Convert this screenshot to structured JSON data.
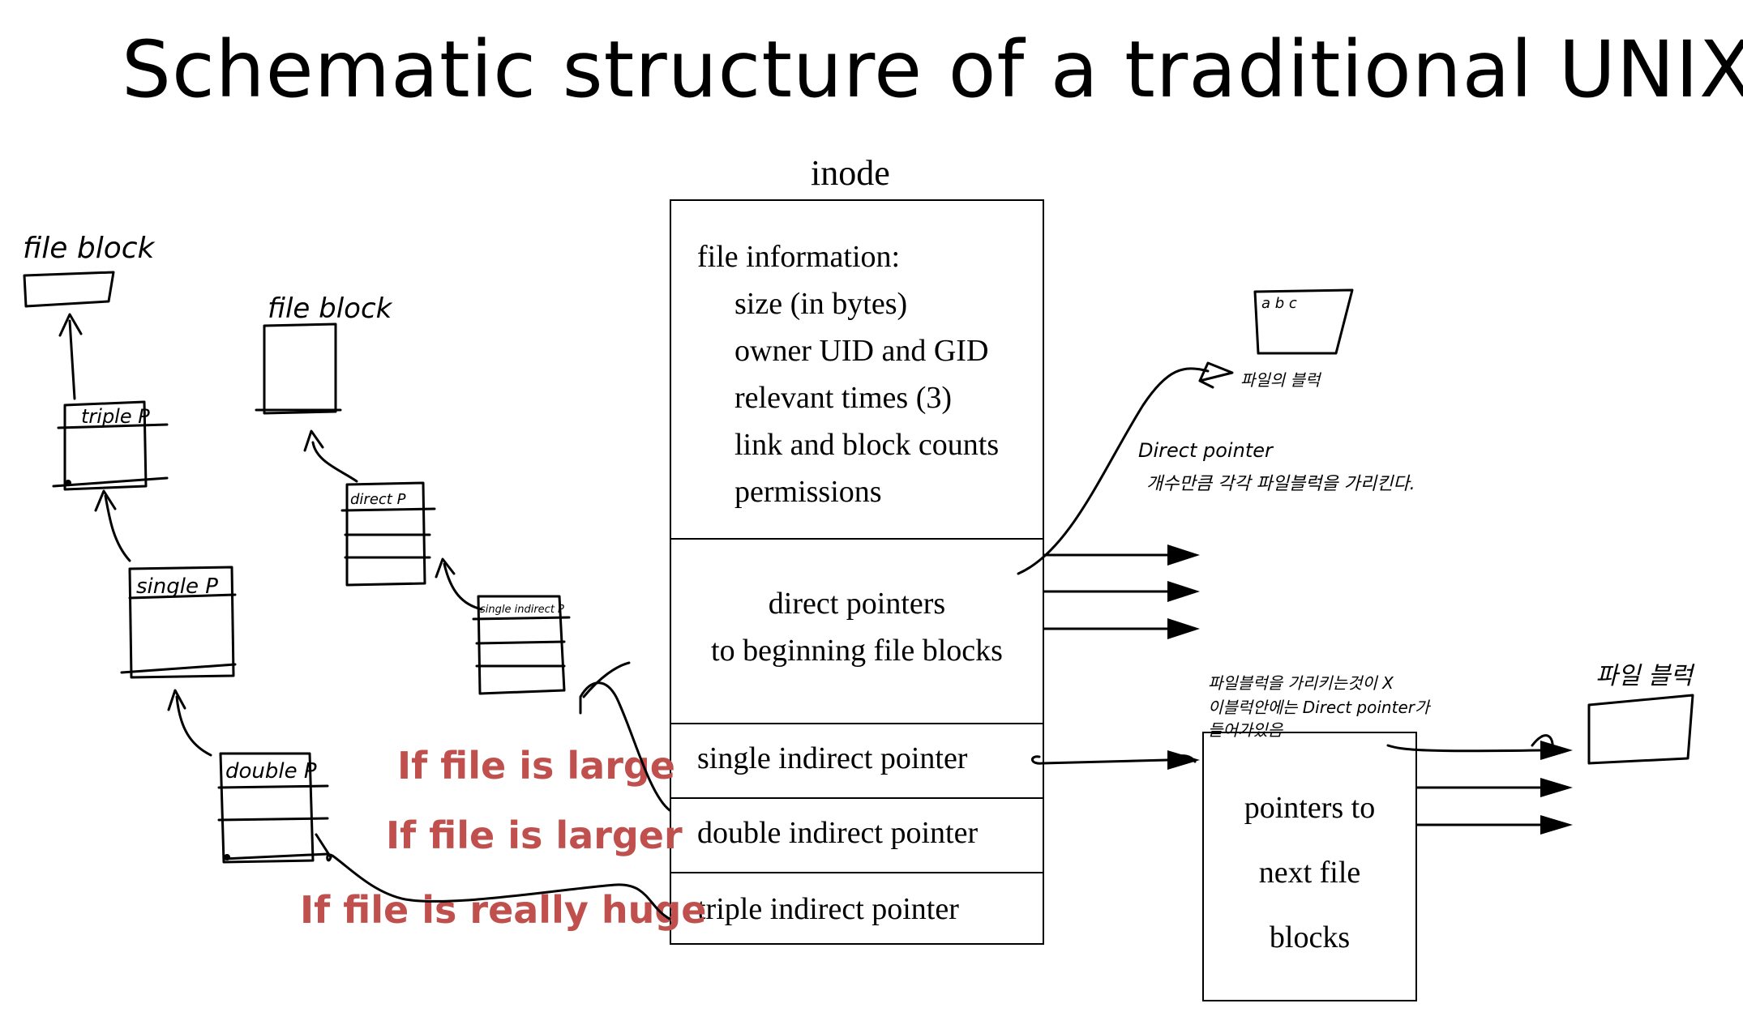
{
  "title": "Schematic structure of a traditional UNIX file",
  "inode": {
    "label": "inode",
    "file_info_heading": "file information:",
    "file_info_items": [
      "size (in bytes)",
      "owner UID and GID",
      "relevant times (3)",
      "link and block counts",
      "permissions"
    ],
    "direct_line1": "direct pointers",
    "direct_line2": "to beginning file blocks",
    "single": "single indirect pointer",
    "double": "double indirect pointer",
    "triple": "triple indirect pointer"
  },
  "next_block": {
    "line1": "pointers to",
    "line2": "next file",
    "line3": "blocks"
  },
  "annotations": {
    "large": "If file is large",
    "larger": "If file is larger",
    "huge": "If file is really huge"
  },
  "handwritten": {
    "file_block_1": "file block",
    "file_block_2": "file block",
    "triple_box": "triple P",
    "single_box": "single P",
    "double_box": "double P",
    "direct_box": "direct P",
    "single_indirect_box": "single indirect P",
    "abc": "a b c",
    "file_block_kr": "파일의 블럭",
    "direct_note_1": "Direct pointer",
    "direct_note_2": "개수만큼 각각 파일블럭을 가리킨다.",
    "indirect_note_1": "파일블럭을 가리키는것이 X",
    "indirect_note_2": "이블럭안에는 Direct pointer가",
    "indirect_note_3": "들어가있음",
    "file_block_kr_2": "파일 블럭"
  }
}
